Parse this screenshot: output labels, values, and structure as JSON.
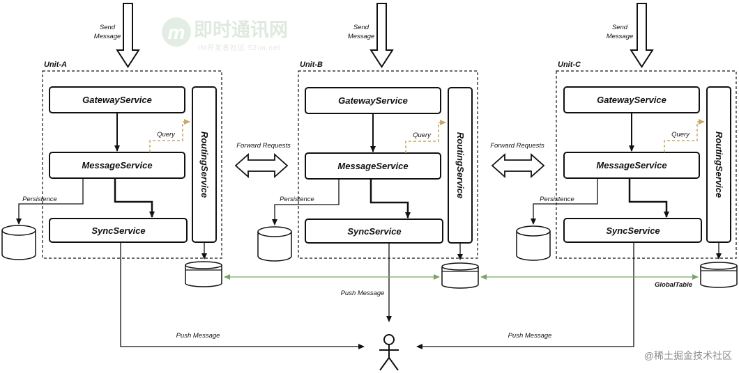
{
  "units": [
    {
      "label": "Unit-A",
      "gateway": "GatewayService",
      "message": "MessageService",
      "sync": "SyncService",
      "routing": "RoutingService",
      "send": [
        "Send",
        "Message"
      ],
      "query": "Query",
      "persistence": "Persistence"
    },
    {
      "label": "Unit-B",
      "gateway": "GatewayService",
      "message": "MessageService",
      "sync": "SyncService",
      "routing": "RoutingService",
      "send": [
        "Send",
        "Message"
      ],
      "query": "Query",
      "persistence": "Persistence"
    },
    {
      "label": "Unit-C",
      "gateway": "GatewayService",
      "message": "MessageService",
      "sync": "SyncService",
      "routing": "RoutingService",
      "send": [
        "Send",
        "Message"
      ],
      "query": "Query",
      "persistence": "Persistence"
    }
  ],
  "forward_requests": [
    "Forward Requests",
    "Forward Requests"
  ],
  "push_message": [
    "Push Message",
    "Push Message",
    "Push Message"
  ],
  "global_table": "GlobalTable",
  "watermark": {
    "logo": "m",
    "title": "即时通讯网",
    "subtitle": "IM开发者社区 52im.net",
    "bottom": "@稀土掘金技术社区"
  },
  "colors": {
    "query_arrow": "#c9a865",
    "global_link": "#7aa36a"
  }
}
